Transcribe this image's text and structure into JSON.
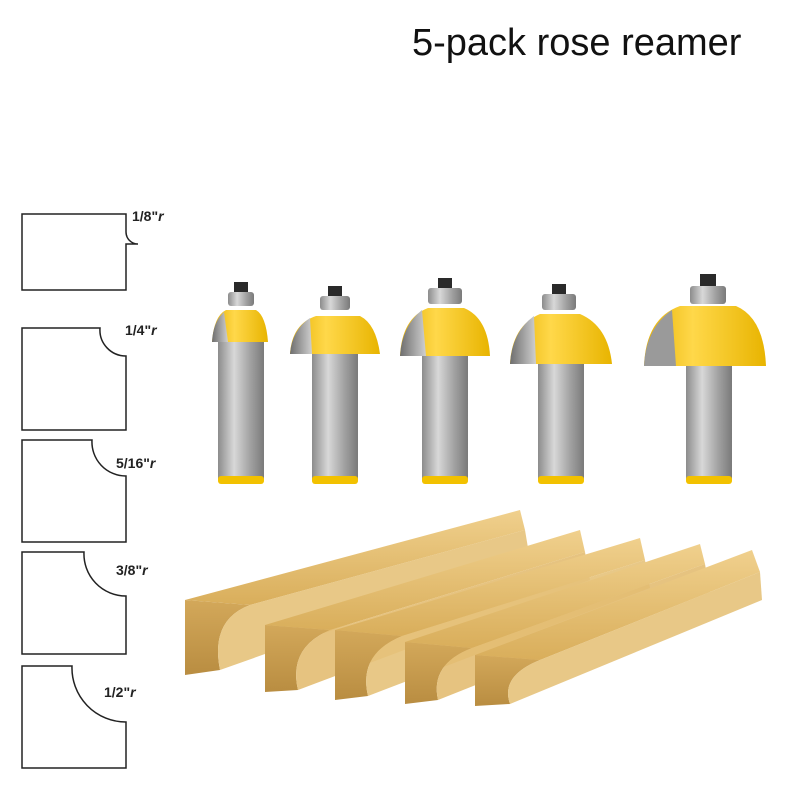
{
  "title": "5-pack rose reamer",
  "profiles": [
    {
      "label": "1/8\"",
      "suffix": "r"
    },
    {
      "label": "1/4\"",
      "suffix": "r"
    },
    {
      "label": "5/16\"",
      "suffix": "r"
    },
    {
      "label": "3/8\"",
      "suffix": "r"
    },
    {
      "label": "1/2\"",
      "suffix": "r"
    }
  ],
  "colors": {
    "bit_yellow": "#f5c400",
    "shank_gray": "#a9a9a9",
    "wood": "#e2bb6e",
    "outline": "#222222"
  }
}
